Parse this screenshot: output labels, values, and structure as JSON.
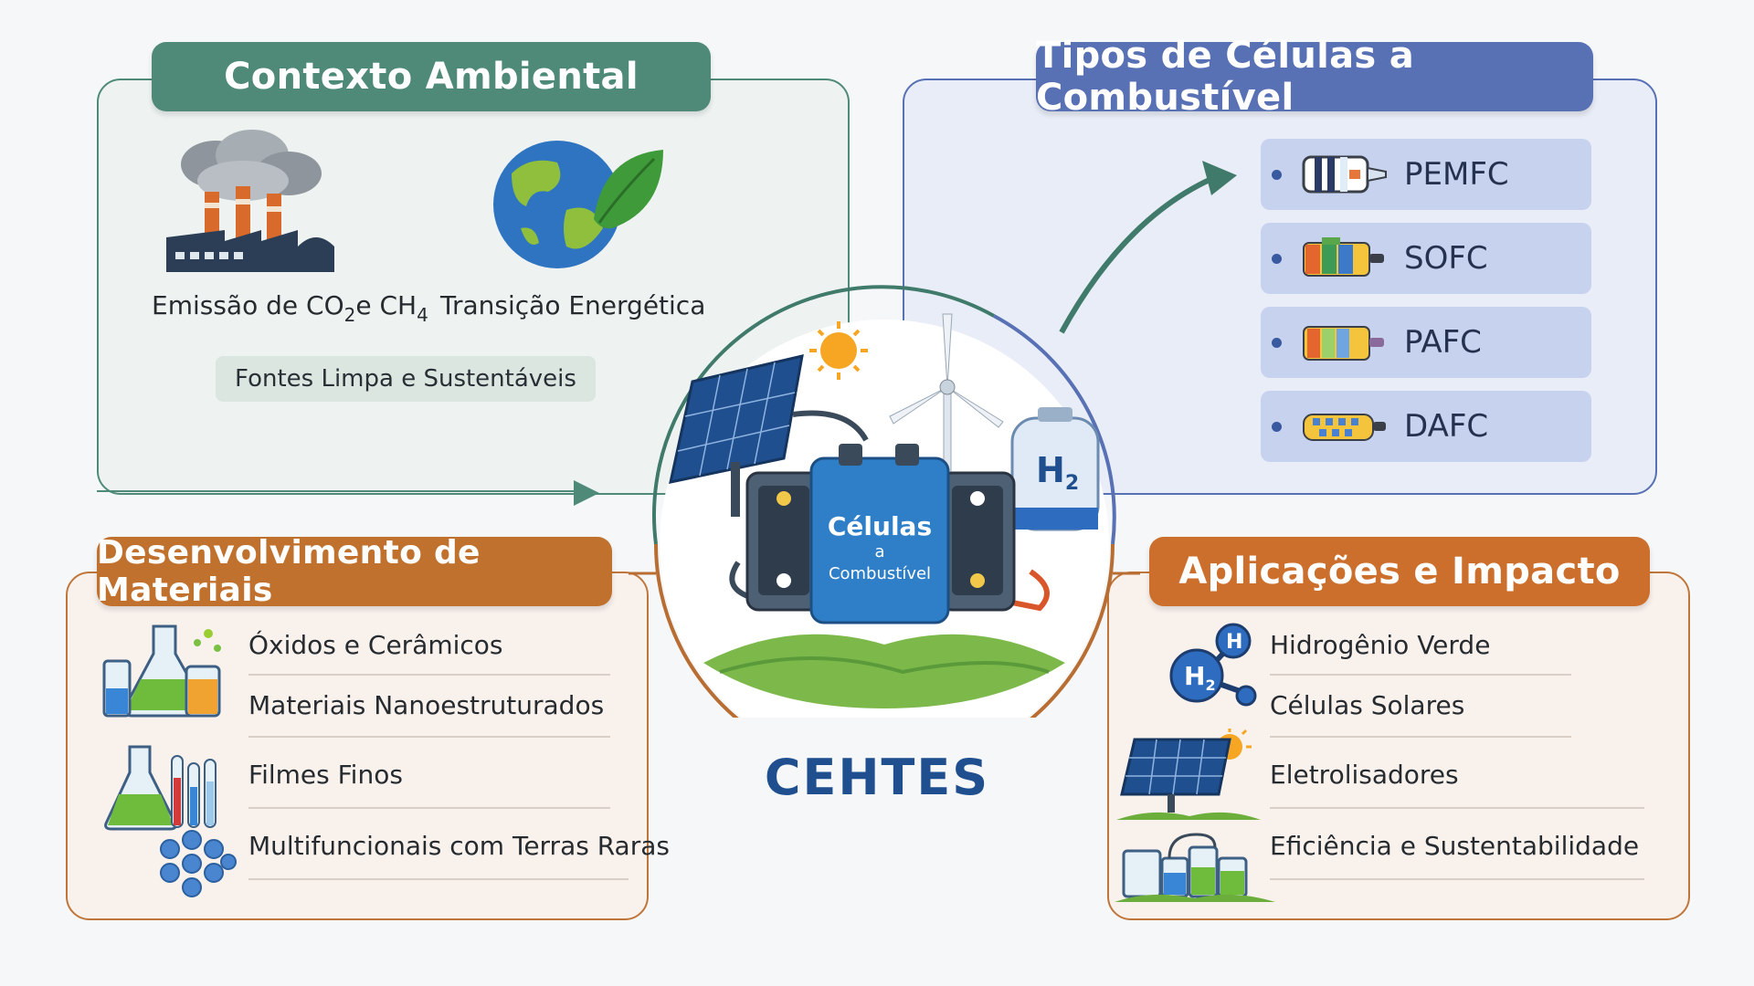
{
  "contexto": {
    "title": "Contexto Ambiental",
    "emission_prefix": "Emissão de CO",
    "emission_sub1": "2",
    "emission_mid": "e CH",
    "emission_sub2": "4",
    "transition": "Transição Energética",
    "chip": "Fontes Limpa e Sustentáveis"
  },
  "tipos": {
    "title": "Tipos de Células a Combustível",
    "items": [
      {
        "label": "PEMFC"
      },
      {
        "label": "SOFC"
      },
      {
        "label": "PAFC"
      },
      {
        "label": "DAFC"
      }
    ]
  },
  "materiais": {
    "title": "Desenvolvimento de Materiais",
    "items": [
      {
        "label": "Óxidos e Cerâmicos"
      },
      {
        "label": "Materiais Nanoestruturados"
      },
      {
        "label": "Filmes Finos"
      },
      {
        "label": "Multifuncionais com Terras Raras"
      }
    ]
  },
  "aplicacoes": {
    "title": "Aplicações e Impacto",
    "items": [
      {
        "label": "Hidrogênio Verde"
      },
      {
        "label": "Células Solares"
      },
      {
        "label": "Eletrolisadores"
      },
      {
        "label": "Eficiência e Sustentabilidade"
      }
    ]
  },
  "hub": {
    "cell_line1": "Células",
    "cell_line2": "a",
    "cell_line3": "Combustível",
    "tank_h": "H",
    "tank_sub": "2",
    "name": "CEHTES"
  },
  "h2_molecule": {
    "big": "H",
    "big_sub": "2",
    "small": "H"
  },
  "colors": {
    "contexto": "#4f8a78",
    "tipos": "#5870b4",
    "materiais": "#c0712e",
    "aplicacoes": "#cc6f2c",
    "brand": "#1f4f8f"
  },
  "icons": [
    "factory-smoke-icon",
    "earth-leaf-icon",
    "fuel-cell-icon",
    "flask-icon",
    "test-tubes-icon",
    "molecule-icon",
    "h2-molecule-icon",
    "solar-panel-icon",
    "lab-equipment-icon",
    "wind-turbine-icon",
    "sun-icon",
    "hydrogen-tank-icon"
  ]
}
